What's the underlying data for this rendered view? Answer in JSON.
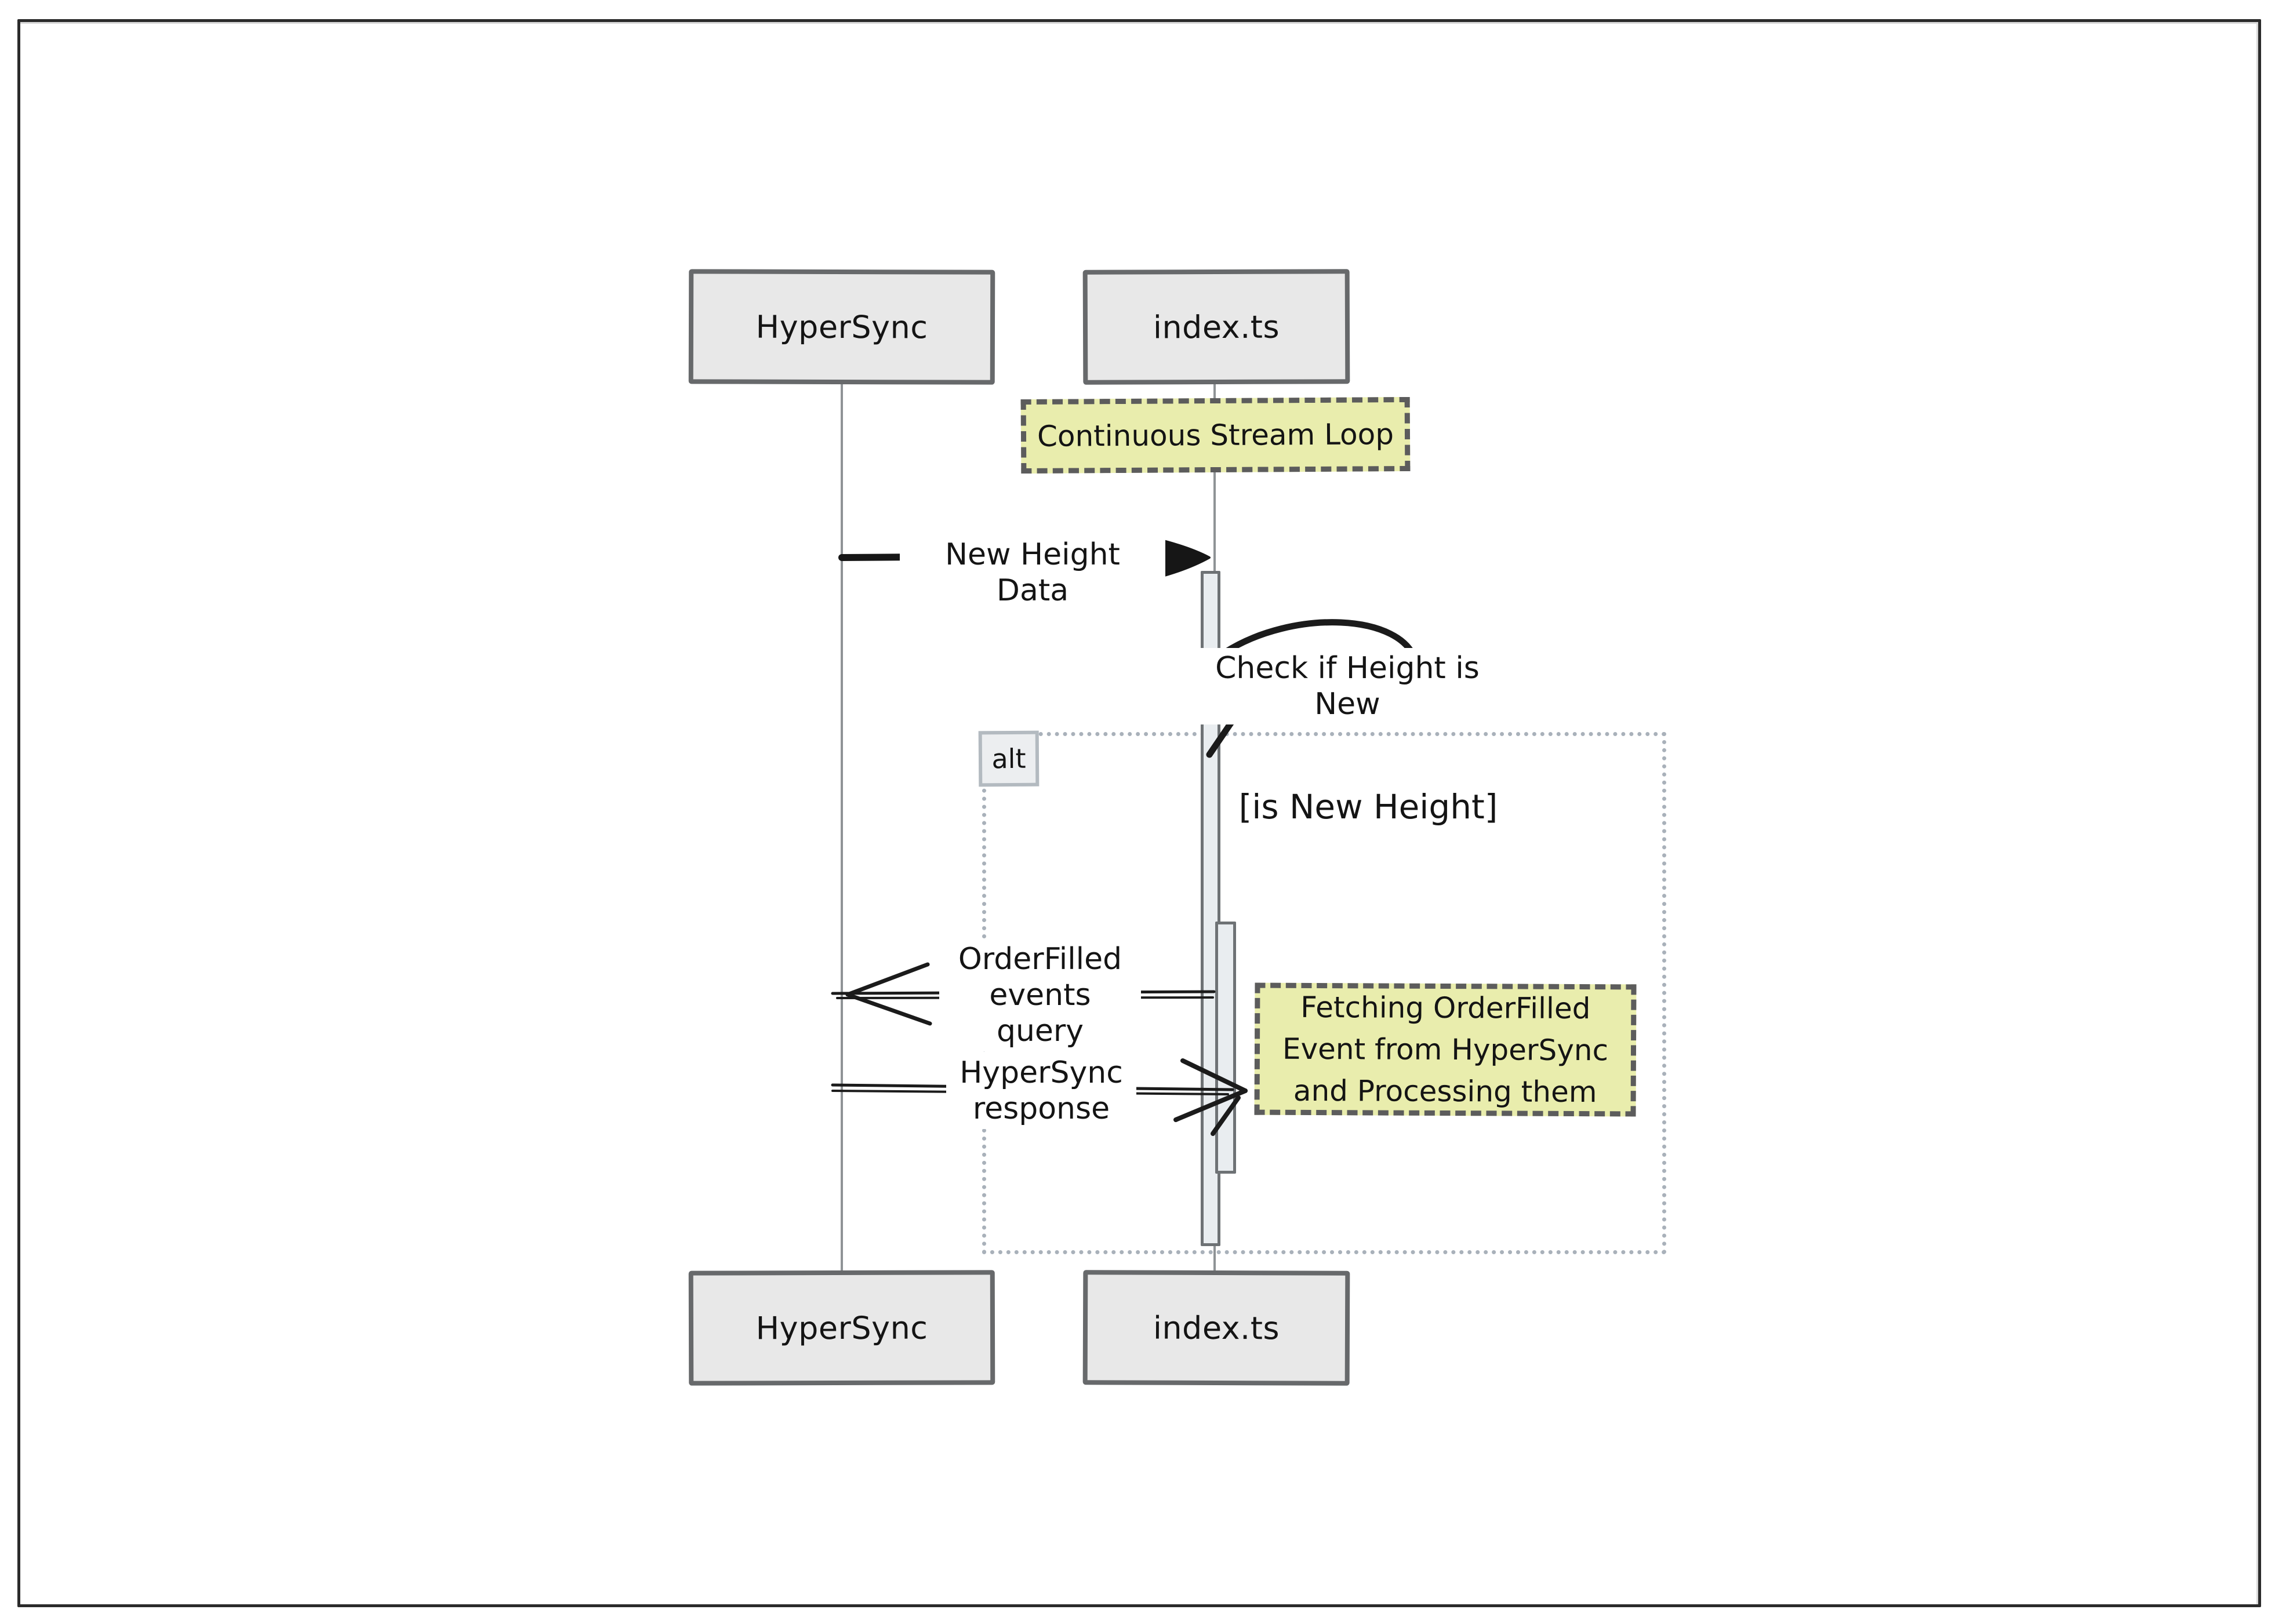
{
  "diagram": {
    "kind": "sequence-diagram",
    "actors": [
      {
        "id": "hypersync",
        "label": "HyperSync"
      },
      {
        "id": "indexts",
        "label": "index.ts"
      }
    ],
    "notes": {
      "stream_loop": {
        "text": "Continuous Stream Loop"
      },
      "fetching": {
        "lines": [
          "Fetching OrderFilled",
          "Event from HyperSync",
          "and Processing them"
        ]
      }
    },
    "messages": {
      "new_height": {
        "label": "New Height Data",
        "from": "HyperSync",
        "to": "index.ts"
      },
      "self_check": {
        "label": "Check if Height is New",
        "from": "index.ts",
        "to": "index.ts"
      },
      "query": {
        "lines": [
          "OrderFilled",
          "events",
          "query"
        ],
        "from": "index.ts",
        "to": "HyperSync"
      },
      "response": {
        "lines": [
          "HyperSync",
          "response"
        ],
        "from": "HyperSync",
        "to": "index.ts"
      }
    },
    "fragment": {
      "operator": "alt",
      "condition": "[is New Height]"
    }
  },
  "colors": {
    "background": "#ffffff",
    "frame_border": "#2b2b2b",
    "actor_fill": "#e8e8e8",
    "actor_border": "#67696b",
    "lifeline": "#8f9396",
    "note_fill": "#e9edad",
    "note_border": "#5c5c5c",
    "activation_fill": "#e9edf0",
    "activation_border": "#6e7275",
    "alt_border": "#a9b1ba",
    "alt_badge_fill": "#eceef0",
    "text": "#141414",
    "arrow": "#161616"
  }
}
